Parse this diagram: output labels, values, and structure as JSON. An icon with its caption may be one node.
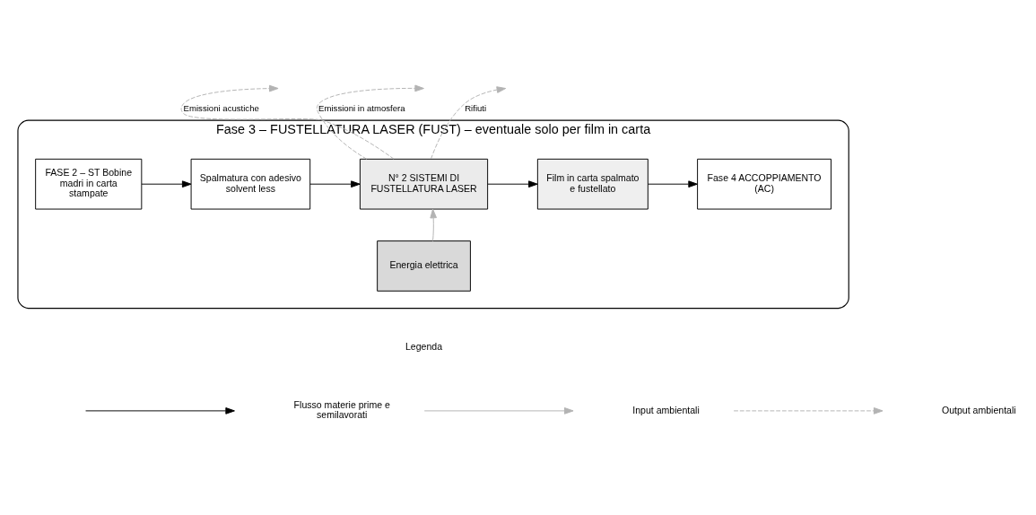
{
  "diagram": {
    "nodes": [
      {
        "text": [
          "Fase 3 – FUSTELLATURA LASER (FUST) – eventuale solo per film in carta"
        ]
      },
      {
        "text": [
          "FASE 2 – ST Bobine madri in carta stampate"
        ],
        "in": 0
      },
      {
        "text": [
          "Spalmatura con adesivo solvent less"
        ],
        "in": 0
      },
      {
        "text": [
          "N° 2 SISTEMI DI FUSTELLATURA LASER"
        ],
        "in": 0
      },
      {
        "text": [
          "Film in carta spalmato e fustellato"
        ],
        "in": 0
      },
      {
        "text": [
          "Fase 4 ACCOPPIAMENTO (AC)"
        ],
        "in": 0
      },
      {
        "text": [
          "Energia elettrica"
        ],
        "in": 0
      }
    ],
    "edges": [
      {
        "from": 1,
        "to": 2,
        "arrow": "to"
      },
      {
        "from": 2,
        "to": 3,
        "arrow": "to"
      },
      {
        "from": 3,
        "to": 4,
        "arrow": "to"
      },
      {
        "from": 4,
        "to": 5,
        "arrow": "to"
      },
      {
        "from": 6,
        "to": 3,
        "arrow": "to",
        "color": "#b3b3b3"
      },
      {
        "from": 3,
        "to": null,
        "arrow": "to",
        "label": "Emissioni acustiche",
        "style": "dashed",
        "color": "#b3b3b3"
      },
      {
        "from": 3,
        "to": null,
        "arrow": "to",
        "label": "Emissioni in atmosfera",
        "style": "dashed",
        "color": "#b3b3b3"
      },
      {
        "from": 3,
        "to": null,
        "arrow": "to",
        "label": "Rifiuti",
        "style": "dashed",
        "color": "#b3b3b3"
      }
    ],
    "labels": [
      "Legenda"
    ],
    "legend": [
      {
        "text": "Flusso materie prime e semilavorati"
      },
      {
        "text": "Input ambientali"
      },
      {
        "text": "Output ambientali"
      }
    ]
  }
}
